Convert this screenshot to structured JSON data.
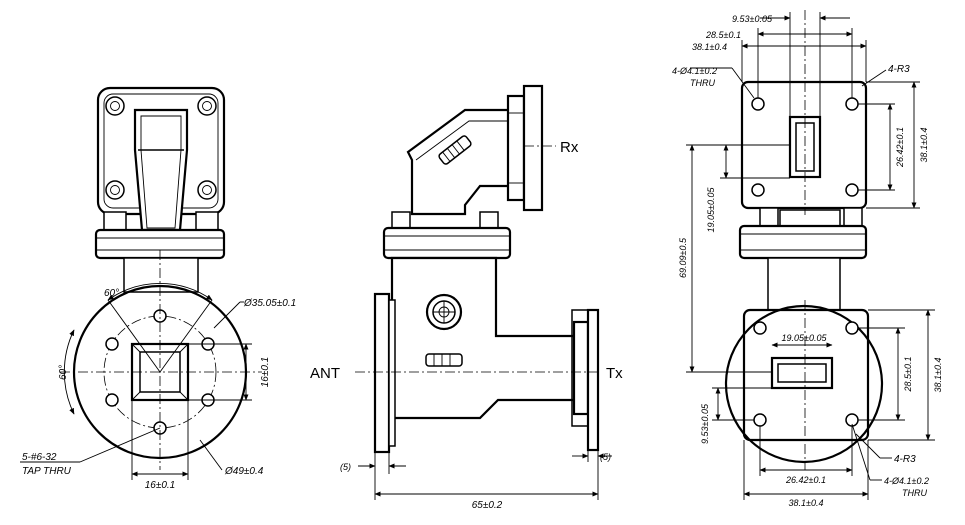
{
  "ports": {
    "rx": "Rx",
    "tx": "Tx",
    "ant": "ANT"
  },
  "left_view": {
    "angle_top": "60°",
    "angle_left": "60°",
    "circle_dia": "Ø35.05±0.1",
    "flange_dia": "Ø49±0.4",
    "opening_h": "16±0.1",
    "opening_w": "16±0.1",
    "tap_line1": "5-#6-32",
    "tap_line2": "TAP THRU"
  },
  "middle_view": {
    "gap_left": "(5)",
    "gap_right": "(5)",
    "length": "65±0.2"
  },
  "right_view": {
    "top_9_53": "9.53±0.05",
    "top_28_5": "28.5±0.1",
    "top_38_1": "38.1±0.4",
    "hole_top_1": "4-Ø4.1±0.2",
    "hole_top_2": "THRU",
    "radius_top": "4-R3",
    "side_26_42": "26.42±0.1",
    "side_38_1": "38.1±0.4",
    "side_19_05": "19.05±0.05",
    "side_69_09": "69.09±0.5",
    "mid_19_05": "19.05±0.05",
    "side_28_5": "28.5±0.1",
    "side_38_1_b": "38.1±0.4",
    "side_9_53": "9.53±0.05",
    "bottom_26_42": "26.42±0.1",
    "bottom_38_1": "38.1±0.4",
    "radius_bottom": "4-R3",
    "hole_bot_1": "4-Ø4.1±0.2",
    "hole_bot_2": "THRU"
  }
}
